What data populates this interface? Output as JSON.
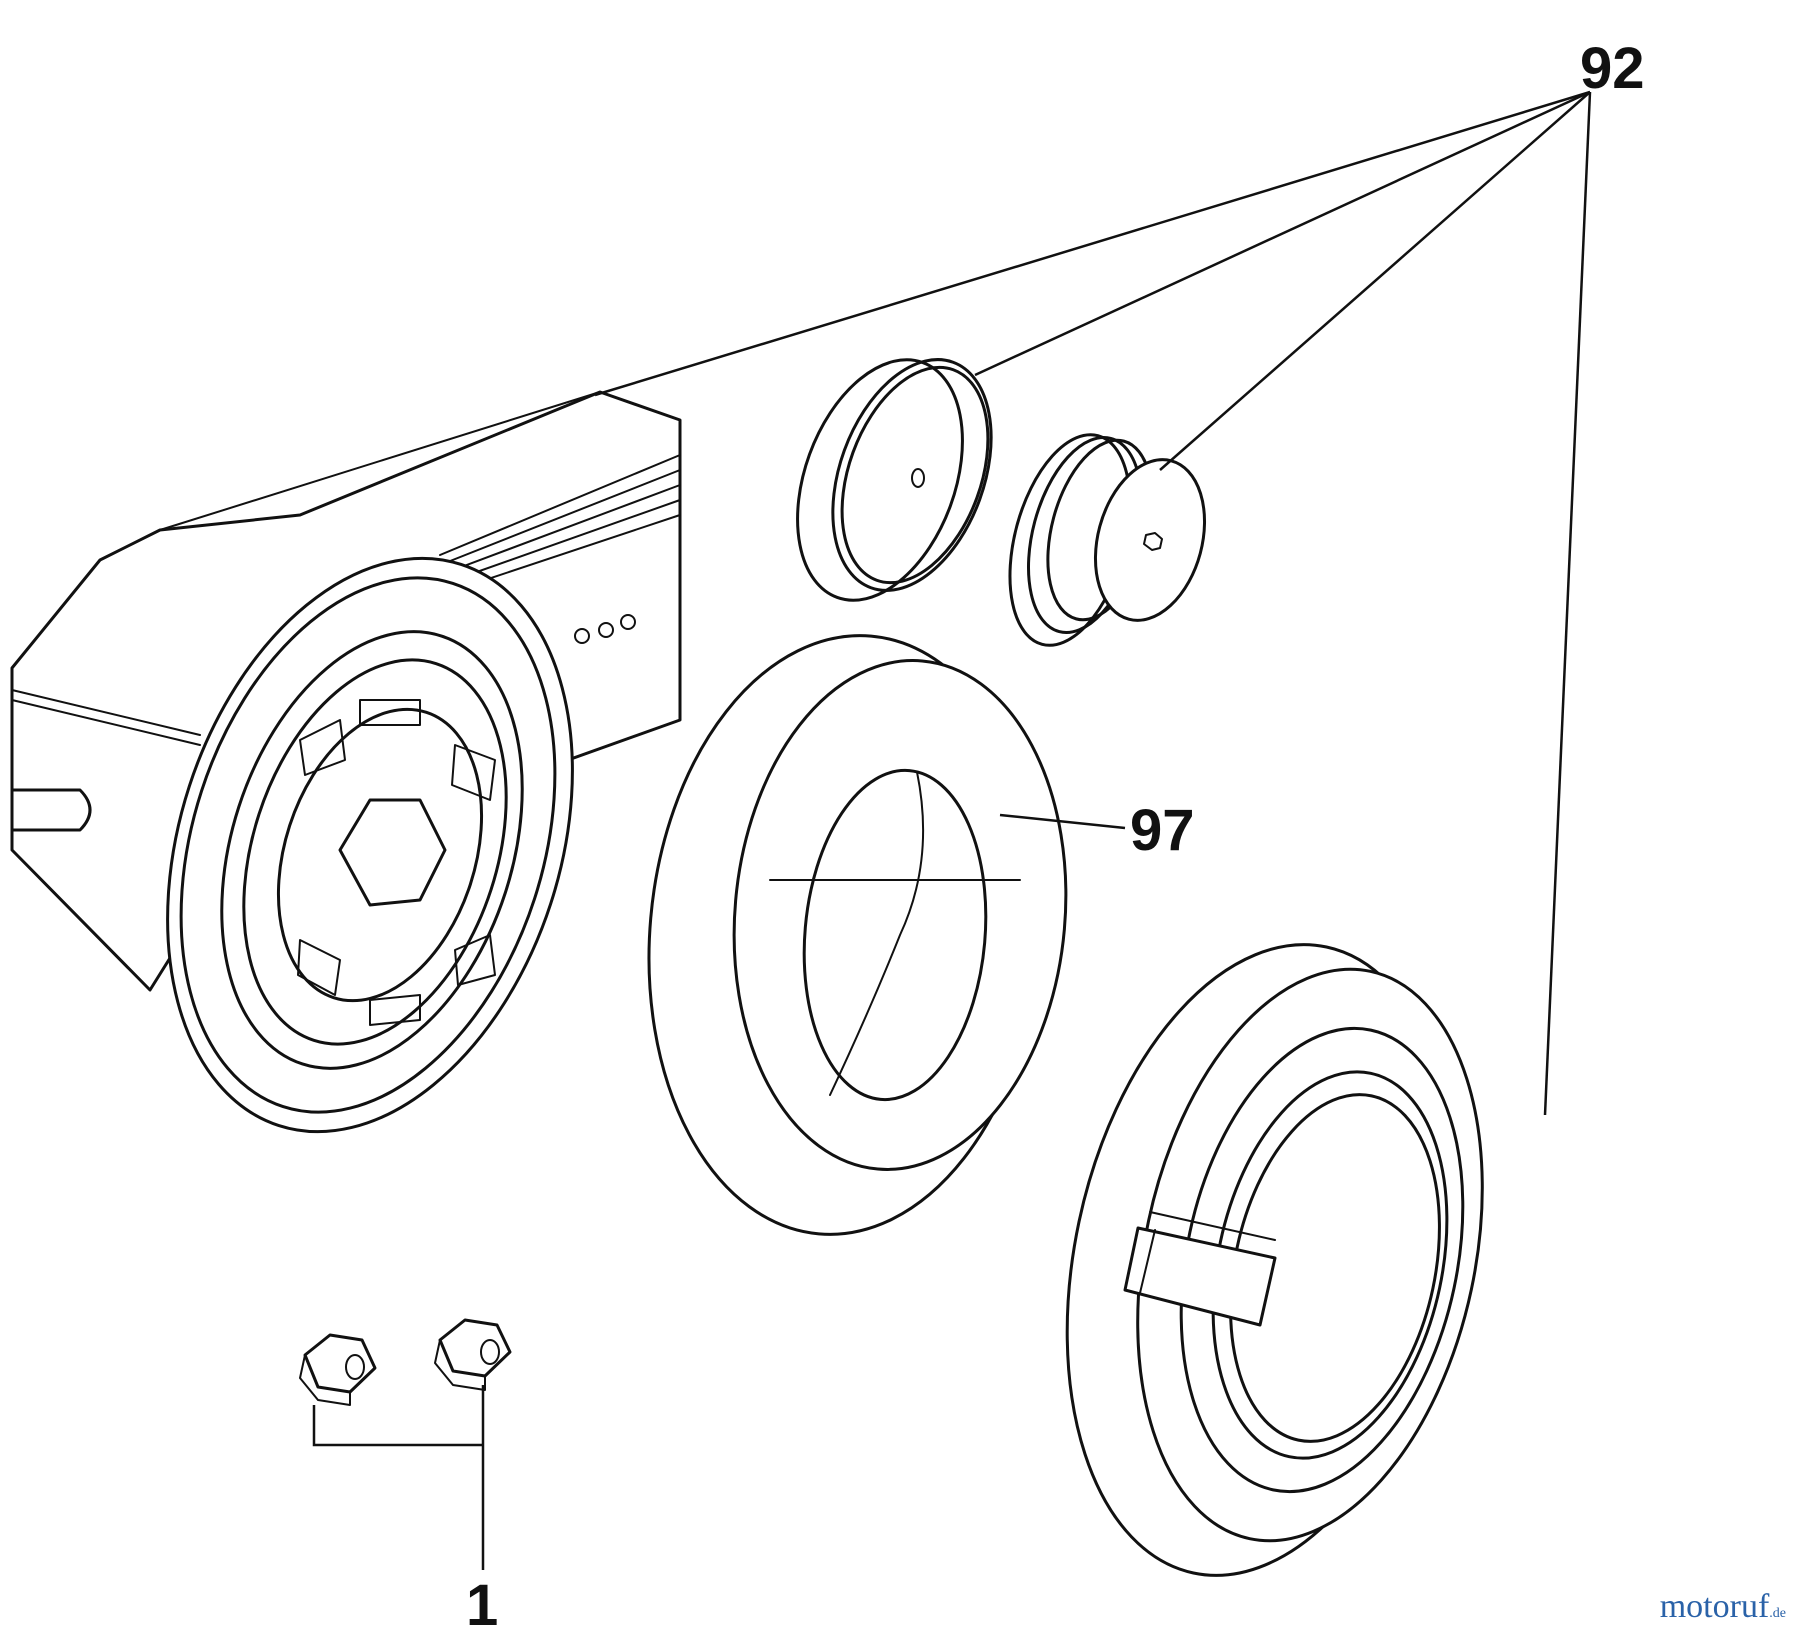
{
  "diagram": {
    "labels": {
      "part_92": "92",
      "part_97": "97",
      "part_1": "1"
    },
    "watermark": {
      "main": "motoruf",
      "suffix": ".de"
    },
    "colors": {
      "ink": "#111111",
      "background": "#ffffff",
      "watermark_blue": "#2a62a8",
      "watermark_red": "#c0392b"
    }
  }
}
